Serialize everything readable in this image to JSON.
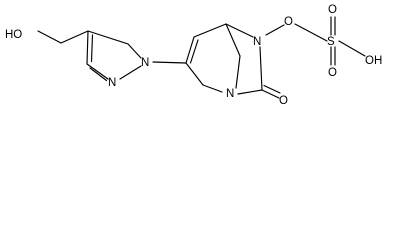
{
  "molecule": {
    "labels": {
      "hydroxymethyl_oh": "HO",
      "pyrazole_n1": "N",
      "pyrazole_n2": "N",
      "ring_n_top": "N",
      "ring_n_bottom": "N",
      "ester_o": "O",
      "sulfur": "S",
      "sulfate_o_top": "O",
      "sulfate_o_bottom": "O",
      "sulfate_oh": "OH",
      "carbonyl_o": "O"
    }
  }
}
